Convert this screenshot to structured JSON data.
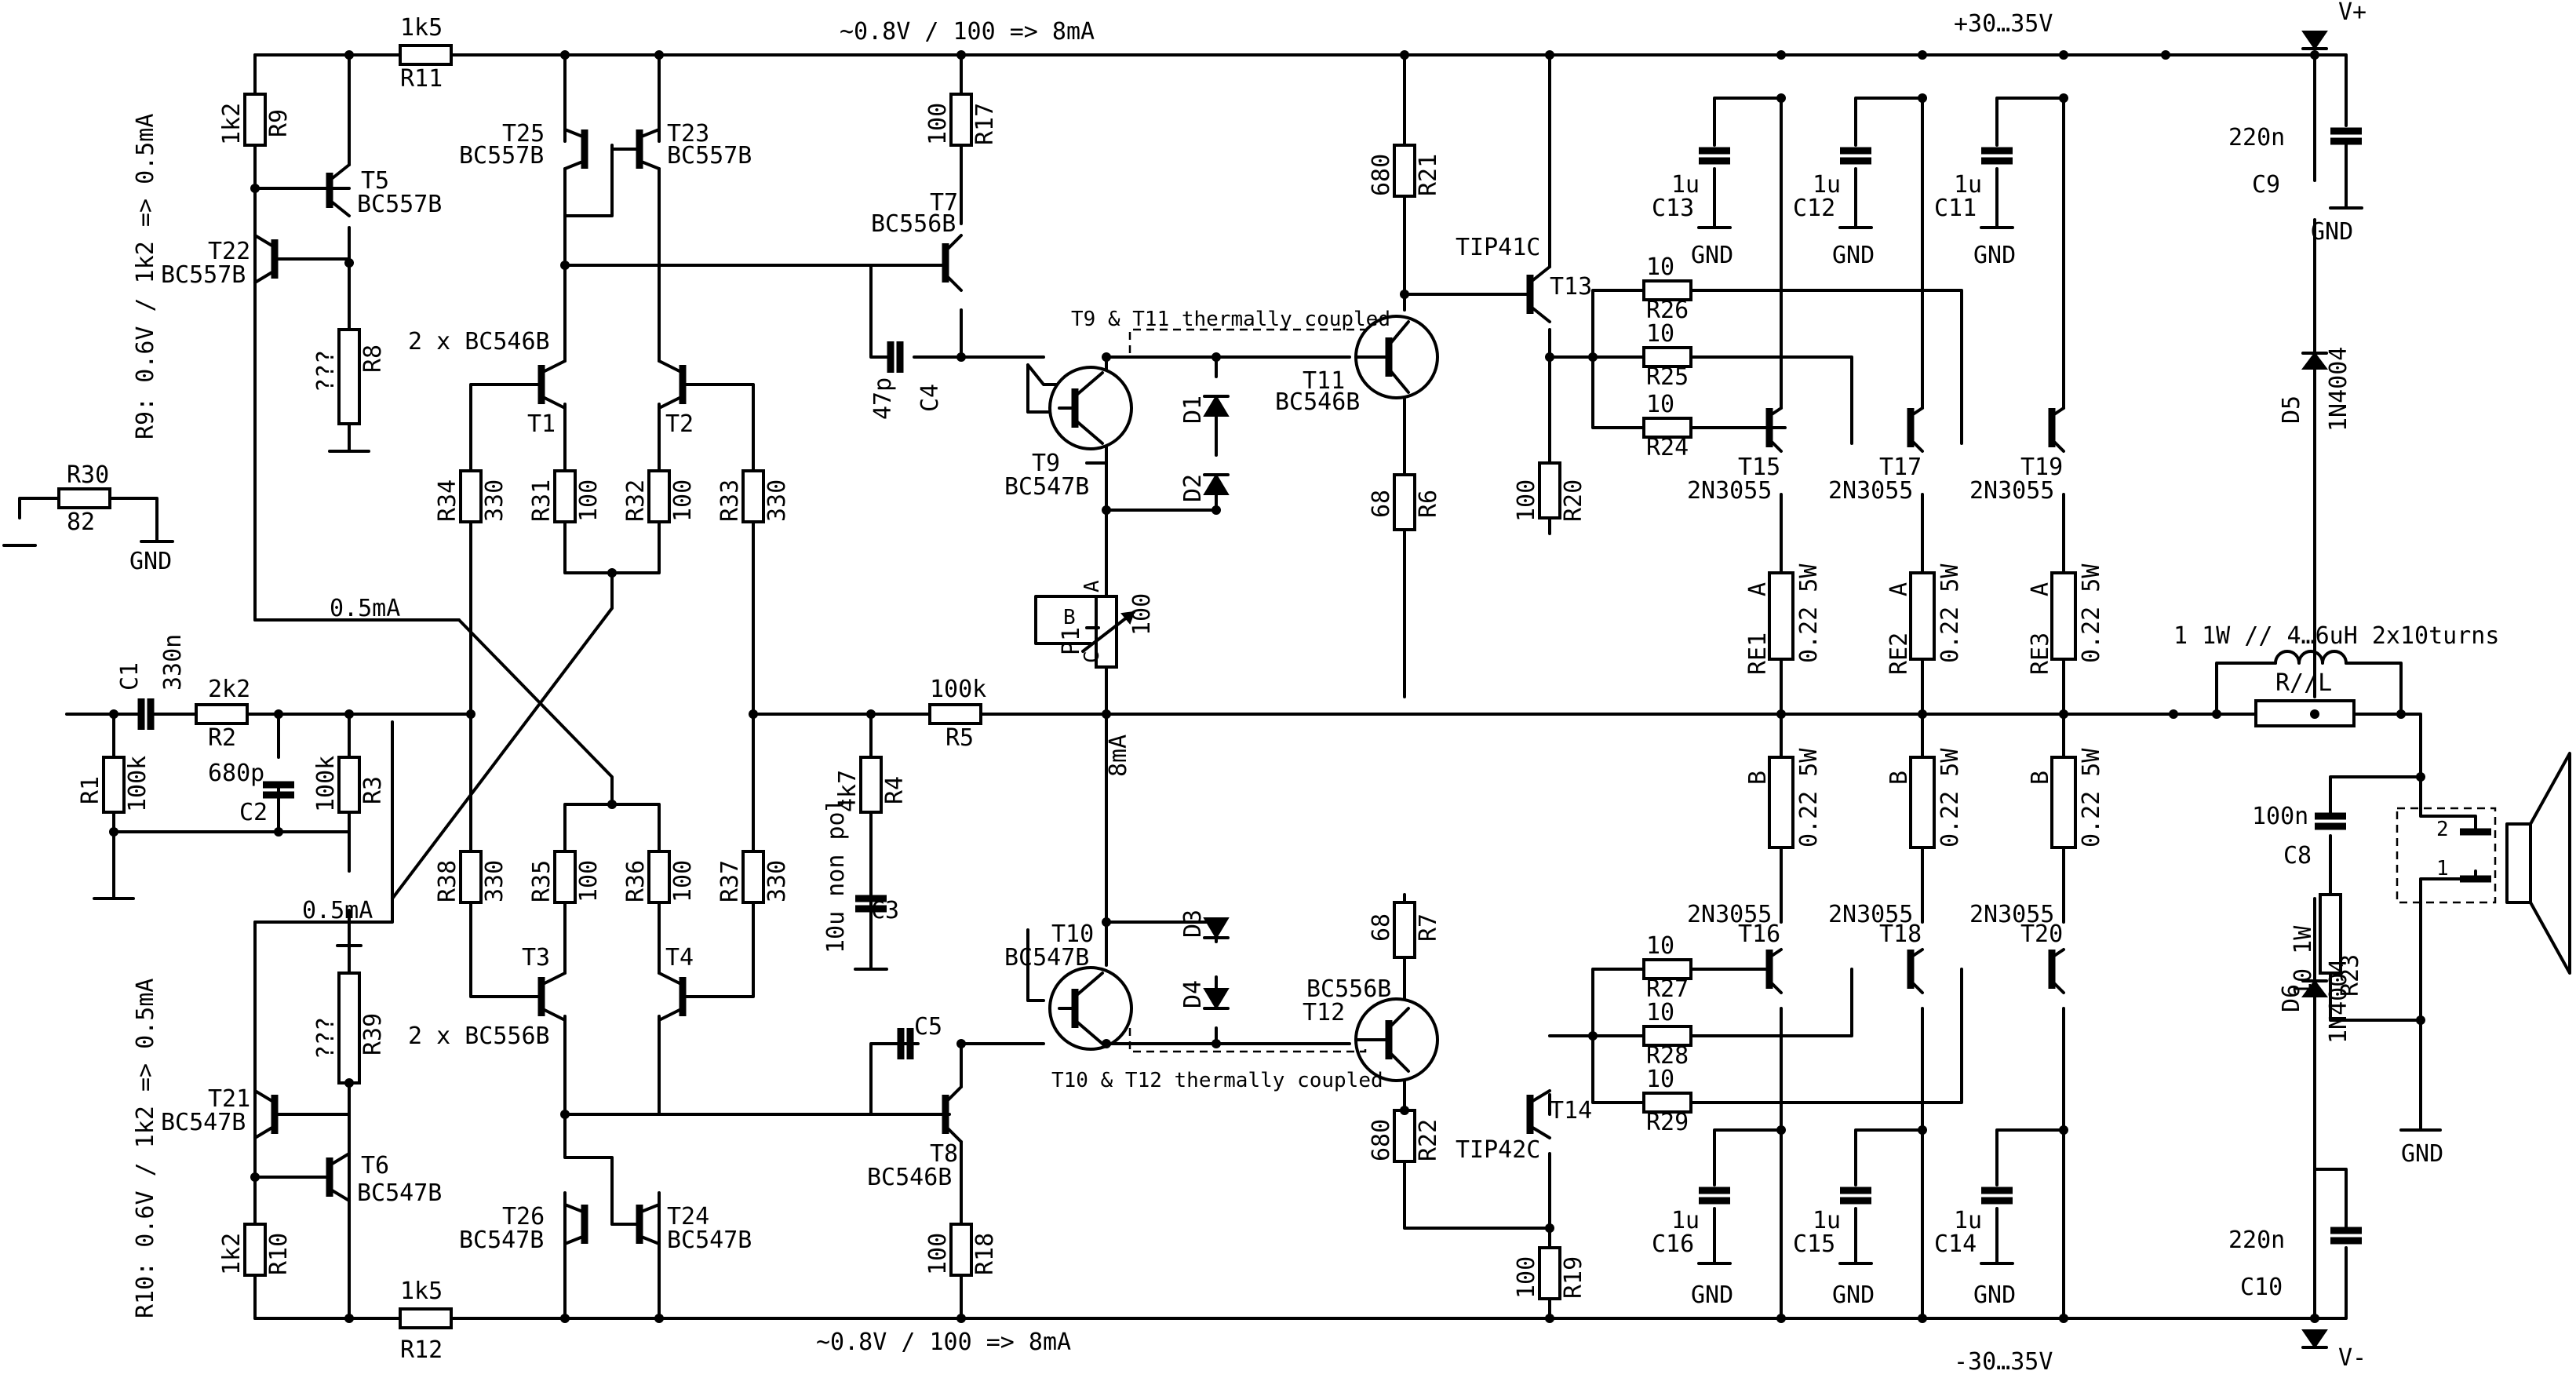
{
  "rails": {
    "vplus_label": "V+",
    "vminus_label": "V-",
    "vplus_value": "+30…35V",
    "vminus_value": "-30…35V",
    "current_top": "~0.8V / 100 => 8mA",
    "current_bottom": "~0.8V / 100 => 8mA"
  },
  "notes": {
    "r9_note": "R9: 0.6V / 1k2 => 0.5mA",
    "r10_note": "R10: 0.6V / 1k2 => 0.5mA",
    "coupled_top": "T9 & T11 thermally coupled",
    "coupled_bottom": "T10 & T12 thermally coupled",
    "current_05_top": "0.5mA",
    "current_05_bottom": "0.5mA",
    "current_8ma": "8mA",
    "diff_top": "2 x BC546B",
    "diff_bottom": "2 x BC556B",
    "inductor": "1 1W // 4…6uH 2x10turns",
    "rl": "R//L",
    "gnd": "GND"
  },
  "resistors": {
    "R1": {
      "name": "R1",
      "value": "100k"
    },
    "R2": {
      "name": "R2",
      "value": "2k2"
    },
    "R3": {
      "name": "R3",
      "value": "100k"
    },
    "R4": {
      "name": "R4",
      "value": "4k7"
    },
    "R5": {
      "name": "R5",
      "value": "100k"
    },
    "R6": {
      "name": "R6",
      "value": "68"
    },
    "R7": {
      "name": "R7",
      "value": "68"
    },
    "R8": {
      "name": "R8",
      "value": "???"
    },
    "R9": {
      "name": "R9",
      "value": "1k2"
    },
    "R10": {
      "name": "R10",
      "value": "1k2"
    },
    "R11": {
      "name": "R11",
      "value": "1k5"
    },
    "R12": {
      "name": "R12",
      "value": "1k5"
    },
    "R17": {
      "name": "R17",
      "value": "100"
    },
    "R18": {
      "name": "R18",
      "value": "100"
    },
    "R19": {
      "name": "R19",
      "value": "100"
    },
    "R20": {
      "name": "R20",
      "value": "100"
    },
    "R21": {
      "name": "R21",
      "value": "680"
    },
    "R22": {
      "name": "R22",
      "value": "680"
    },
    "R23": {
      "name": "R23",
      "value": "10 1W"
    },
    "R24": {
      "name": "R24",
      "value": "10"
    },
    "R25": {
      "name": "R25",
      "value": "10"
    },
    "R26": {
      "name": "R26",
      "value": "10"
    },
    "R27": {
      "name": "R27",
      "value": "10"
    },
    "R28": {
      "name": "R28",
      "value": "10"
    },
    "R29": {
      "name": "R29",
      "value": "10"
    },
    "R30": {
      "name": "R30",
      "value": "82"
    },
    "R31": {
      "name": "R31",
      "value": "100"
    },
    "R32": {
      "name": "R32",
      "value": "100"
    },
    "R33": {
      "name": "R33",
      "value": "330"
    },
    "R34": {
      "name": "R34",
      "value": "330"
    },
    "R35": {
      "name": "R35",
      "value": "100"
    },
    "R36": {
      "name": "R36",
      "value": "100"
    },
    "R37": {
      "name": "R37",
      "value": "330"
    },
    "R38": {
      "name": "R38",
      "value": "330"
    },
    "R39": {
      "name": "R39",
      "value": "???"
    },
    "RE1A": {
      "name": "RE1",
      "value": "0.22 5W",
      "tag": "A"
    },
    "RE2A": {
      "name": "RE2",
      "value": "0.22 5W",
      "tag": "A"
    },
    "RE3A": {
      "name": "RE3",
      "value": "0.22 5W",
      "tag": "A"
    },
    "RE1B": {
      "name": "",
      "value": "0.22 5W",
      "tag": "B"
    },
    "RE2B": {
      "name": "",
      "value": "0.22 5W",
      "tag": "B"
    },
    "RE3B": {
      "name": "",
      "value": "0.22 5W",
      "tag": "B"
    },
    "P1": {
      "name": "P1",
      "value": "100",
      "a": "A",
      "b": "B",
      "c": "C"
    }
  },
  "capacitors": {
    "C1": {
      "name": "C1",
      "value": "330n"
    },
    "C2": {
      "name": "C2",
      "value": "680p"
    },
    "C3": {
      "name": "C3",
      "value": "10u non pol"
    },
    "C4": {
      "name": "C4",
      "value": "47p"
    },
    "C5": {
      "name": "C5",
      "value": ""
    },
    "C8": {
      "name": "C8",
      "value": "100n"
    },
    "C9": {
      "name": "C9",
      "value": "220n"
    },
    "C10": {
      "name": "C10",
      "value": "220n"
    },
    "C11": {
      "name": "C11",
      "value": "1u"
    },
    "C12": {
      "name": "C12",
      "value": "1u"
    },
    "C13": {
      "name": "C13",
      "value": "1u"
    },
    "C14": {
      "name": "C14",
      "value": "1u"
    },
    "C15": {
      "name": "C15",
      "value": "1u"
    },
    "C16": {
      "name": "C16",
      "value": "1u"
    }
  },
  "transistors": {
    "T1": {
      "name": "T1",
      "type": ""
    },
    "T2": {
      "name": "T2",
      "type": ""
    },
    "T3": {
      "name": "T3",
      "type": ""
    },
    "T4": {
      "name": "T4",
      "type": ""
    },
    "T5": {
      "name": "T5",
      "type": "BC557B"
    },
    "T6": {
      "name": "T6",
      "type": "BC547B"
    },
    "T7": {
      "name": "T7",
      "type": "BC556B"
    },
    "T8": {
      "name": "T8",
      "type": "BC546B"
    },
    "T9": {
      "name": "T9",
      "type": "BC547B"
    },
    "T10": {
      "name": "T10",
      "type": "BC547B"
    },
    "T11": {
      "name": "T11",
      "type": "BC546B"
    },
    "T12": {
      "name": "T12",
      "type": "BC556B"
    },
    "T13": {
      "name": "T13",
      "type": "TIP41C"
    },
    "T14": {
      "name": "T14",
      "type": "TIP42C"
    },
    "T15": {
      "name": "T15",
      "type": "2N3055"
    },
    "T16": {
      "name": "T16",
      "type": "2N3055"
    },
    "T17": {
      "name": "T17",
      "type": "2N3055"
    },
    "T18": {
      "name": "T18",
      "type": "2N3055"
    },
    "T19": {
      "name": "T19",
      "type": "2N3055"
    },
    "T20": {
      "name": "T20",
      "type": "2N3055"
    },
    "T21": {
      "name": "T21",
      "type": "BC547B"
    },
    "T22": {
      "name": "T22",
      "type": "BC557B"
    },
    "T23": {
      "name": "T23",
      "type": "BC557B"
    },
    "T24": {
      "name": "T24",
      "type": "BC547B"
    },
    "T25": {
      "name": "T25",
      "type": "BC557B"
    },
    "T26": {
      "name": "T26",
      "type": "BC547B"
    }
  },
  "diodes": {
    "D1": {
      "name": "D1"
    },
    "D2": {
      "name": "D2"
    },
    "D3": {
      "name": "D3"
    },
    "D4": {
      "name": "D4"
    },
    "D5": {
      "name": "D5",
      "type": "1N4004"
    },
    "D6": {
      "name": "D6",
      "type": "1N4004"
    }
  },
  "connector": {
    "pin1": "1",
    "pin2": "2"
  }
}
